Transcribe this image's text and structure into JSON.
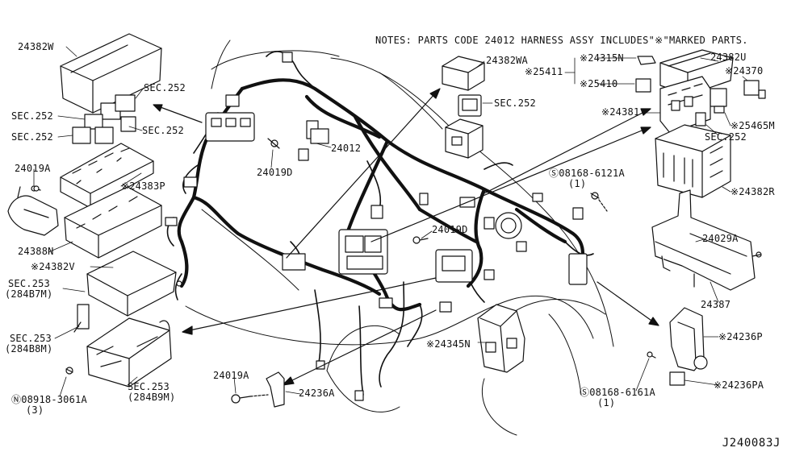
{
  "notes": "NOTES: PARTS CODE 24012 HARNESS ASSY INCLUDES\"※\"MARKED PARTS.",
  "diagram_number": "J240083J",
  "callouts": {
    "p24382W": "24382W",
    "sec252_a": "SEC.252",
    "sec252_b": "SEC.252",
    "sec252_c": "SEC.252",
    "sec252_d": "SEC.252",
    "p24019A_left": "24019A",
    "p24383P": "※24383P",
    "p24388N": "24388N",
    "p24382V": "※24382V",
    "sec253_a": "SEC.253",
    "sec253_a_sub": "(284B7M)",
    "sec253_b": "SEC.253",
    "sec253_b_sub": "(284B8M)",
    "sec253_c": "SEC.253",
    "sec253_c_sub": "(284B9M)",
    "n08918": "Ⓝ08918-3061A",
    "n08918_qty": "(3)",
    "p24019D_top": "24019D",
    "p24012": "24012",
    "p24019D_mid": "24019D",
    "p24019A_bottom": "24019A",
    "p24236A": "24236A",
    "p24345N": "※24345N",
    "p24382WA": "24382WA",
    "sec252_e": "SEC.252",
    "p25411": "※25411",
    "p24315N": "※24315N",
    "p25410": "※25410",
    "p24382U": "24382U",
    "p24370": "※24370",
    "p24381": "※24381",
    "p25465M": "※25465M",
    "sec252_f": "SEC.252",
    "s08168_6121A": "Ⓢ08168-6121A",
    "s08168_6121A_qty": "(1)",
    "p24382R": "※24382R",
    "p24029A": "24029A",
    "p24387": "24387",
    "p24236P": "※24236P",
    "p24236PA": "※24236PA",
    "s08168_6161A": "Ⓢ08168-6161A",
    "s08168_6161A_qty": "(1)"
  }
}
